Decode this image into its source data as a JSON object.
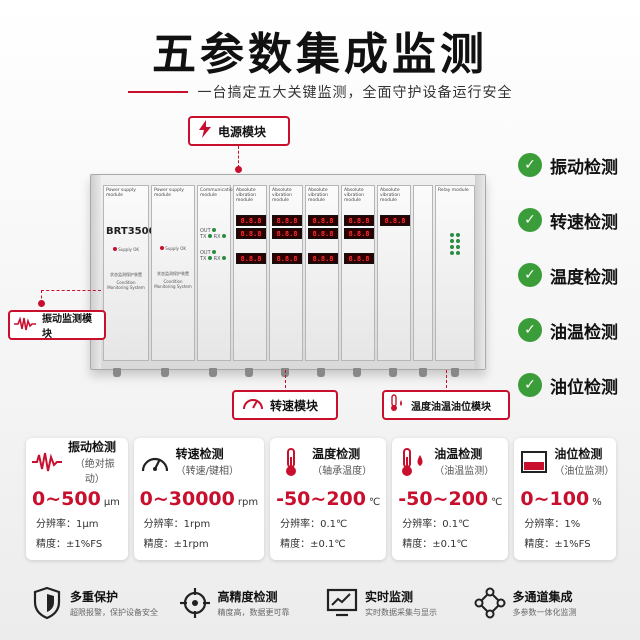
{
  "header": {
    "title": "五参数集成监测",
    "subtitle": "一台搞定五大关键监测，全面守护设备运行安全"
  },
  "callouts": {
    "power": "电源模块",
    "vibration": "振动监测模块",
    "speed": "转速模块",
    "temp_oil": "温度油温油位模块"
  },
  "device": {
    "model": "BRT3500",
    "card_label_power": "Power supply module",
    "card_label_cms": "Condition Monitoring System",
    "card_label_cms_cn": "状态监测保护装置",
    "card_label_supply": "Supply OK",
    "card_label_comm": "Communication module",
    "card_label_vib": "Absolute vibration module",
    "card_label_relay": "Relay module",
    "seg_reading": "8.8.8"
  },
  "checklist": [
    {
      "label": "振动检测"
    },
    {
      "label": "转速检测"
    },
    {
      "label": "温度检测"
    },
    {
      "label": "油温检测"
    },
    {
      "label": "油位检测"
    }
  ],
  "metrics": [
    {
      "name": "振动检测",
      "sub": "（绝对振动）",
      "range": "0~500",
      "unit": "μm",
      "resolution": "分辨率：1μm",
      "accuracy": "精度：±1%FS"
    },
    {
      "name": "转速检测",
      "sub": "（转速/键相）",
      "range": "0~30000",
      "unit": "rpm",
      "resolution": "分辨率：1rpm",
      "accuracy": "精度：±1rpm"
    },
    {
      "name": "温度检测",
      "sub": "（轴承温度）",
      "range": "-50~200",
      "unit": "℃",
      "resolution": "分辨率：0.1℃",
      "accuracy": "精度：±0.1℃"
    },
    {
      "name": "油温检测",
      "sub": "（油温监测）",
      "range": "-50~200",
      "unit": "℃",
      "resolution": "分辨率：0.1℃",
      "accuracy": "精度：±0.1℃"
    },
    {
      "name": "油位检测",
      "sub": "（油位监测）",
      "range": "0~100",
      "unit": "%",
      "resolution": "分辨率：1%",
      "accuracy": "精度：±1%FS"
    }
  ],
  "features": [
    {
      "title": "多重保护",
      "desc": "超限报警，保护设备安全"
    },
    {
      "title": "高精度检测",
      "desc": "精度高，数据更可靠"
    },
    {
      "title": "实时监测",
      "desc": "实时数据采集与显示"
    },
    {
      "title": "多通道集成",
      "desc": "多参数一体化监测"
    }
  ],
  "colors": {
    "accent": "#c8102e",
    "check": "#3a9d3a"
  }
}
